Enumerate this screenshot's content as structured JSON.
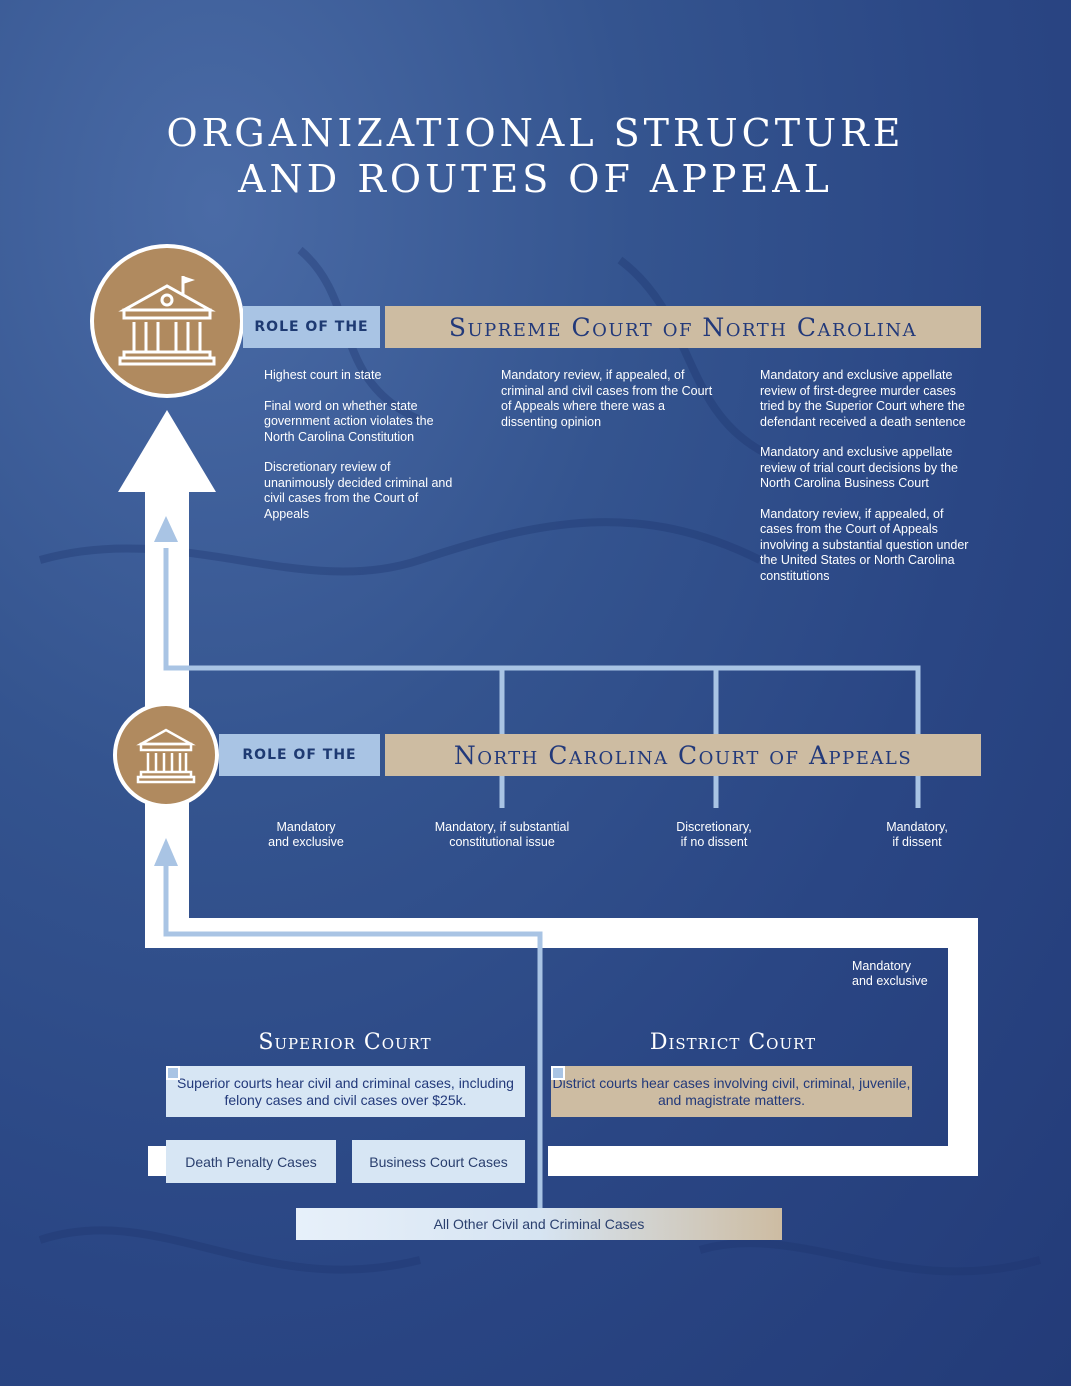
{
  "title": {
    "line1": "ORGANIZATIONAL STRUCTURE",
    "line2": "AND ROUTES OF APPEAL"
  },
  "supreme": {
    "role_label": "ROLE OF THE",
    "name": "Supreme Court of North Carolina",
    "col1": [
      "Highest court in state",
      "Final word on whether state government action violates the North Carolina Constitution",
      "Discretionary review of unanimously decided criminal and civil cases from the Court of Appeals"
    ],
    "col2": [
      "Mandatory review, if appealed, of criminal and civil cases from the Court of Appeals where there was a dissenting opinion"
    ],
    "col3": [
      "Mandatory and exclusive appellate review of first-degree murder cases tried by the Superior Court where the defendant received a death sentence",
      "Mandatory and exclusive appellate review of trial court decisions by the North Carolina Business Court",
      "Mandatory review, if appealed, of cases from the Court of Appeals involving a substantial question under the United States or North Carolina constitutions"
    ]
  },
  "appeals": {
    "role_label": "ROLE OF THE",
    "name": "North Carolina Court of Appeals",
    "routes": [
      {
        "line1": "Mandatory",
        "line2": "and exclusive"
      },
      {
        "line1": "Mandatory, if substantial",
        "line2": "constitutional issue"
      },
      {
        "line1": "Discretionary,",
        "line2": "if no dissent"
      },
      {
        "line1": "Mandatory,",
        "line2": "if dissent"
      }
    ]
  },
  "district_route": {
    "line1": "Mandatory",
    "line2": "and exclusive"
  },
  "superior": {
    "name": "Superior Court",
    "description": "Superior courts hear civil and criminal cases, including felony cases and civil cases over $25k.",
    "cases": [
      "Death Penalty Cases",
      "Business Court Cases"
    ]
  },
  "district": {
    "name": "District Court",
    "description": "District courts hear cases involving civil, criminal, juvenile, and magistrate matters."
  },
  "all_other": "All Other Civil and Criminal Cases",
  "colors": {
    "background": "#2a4684",
    "tan": "#b08a5f",
    "tan_light": "#cdbca2",
    "light_blue": "#a9c4e4",
    "navy_text": "#22397a"
  }
}
